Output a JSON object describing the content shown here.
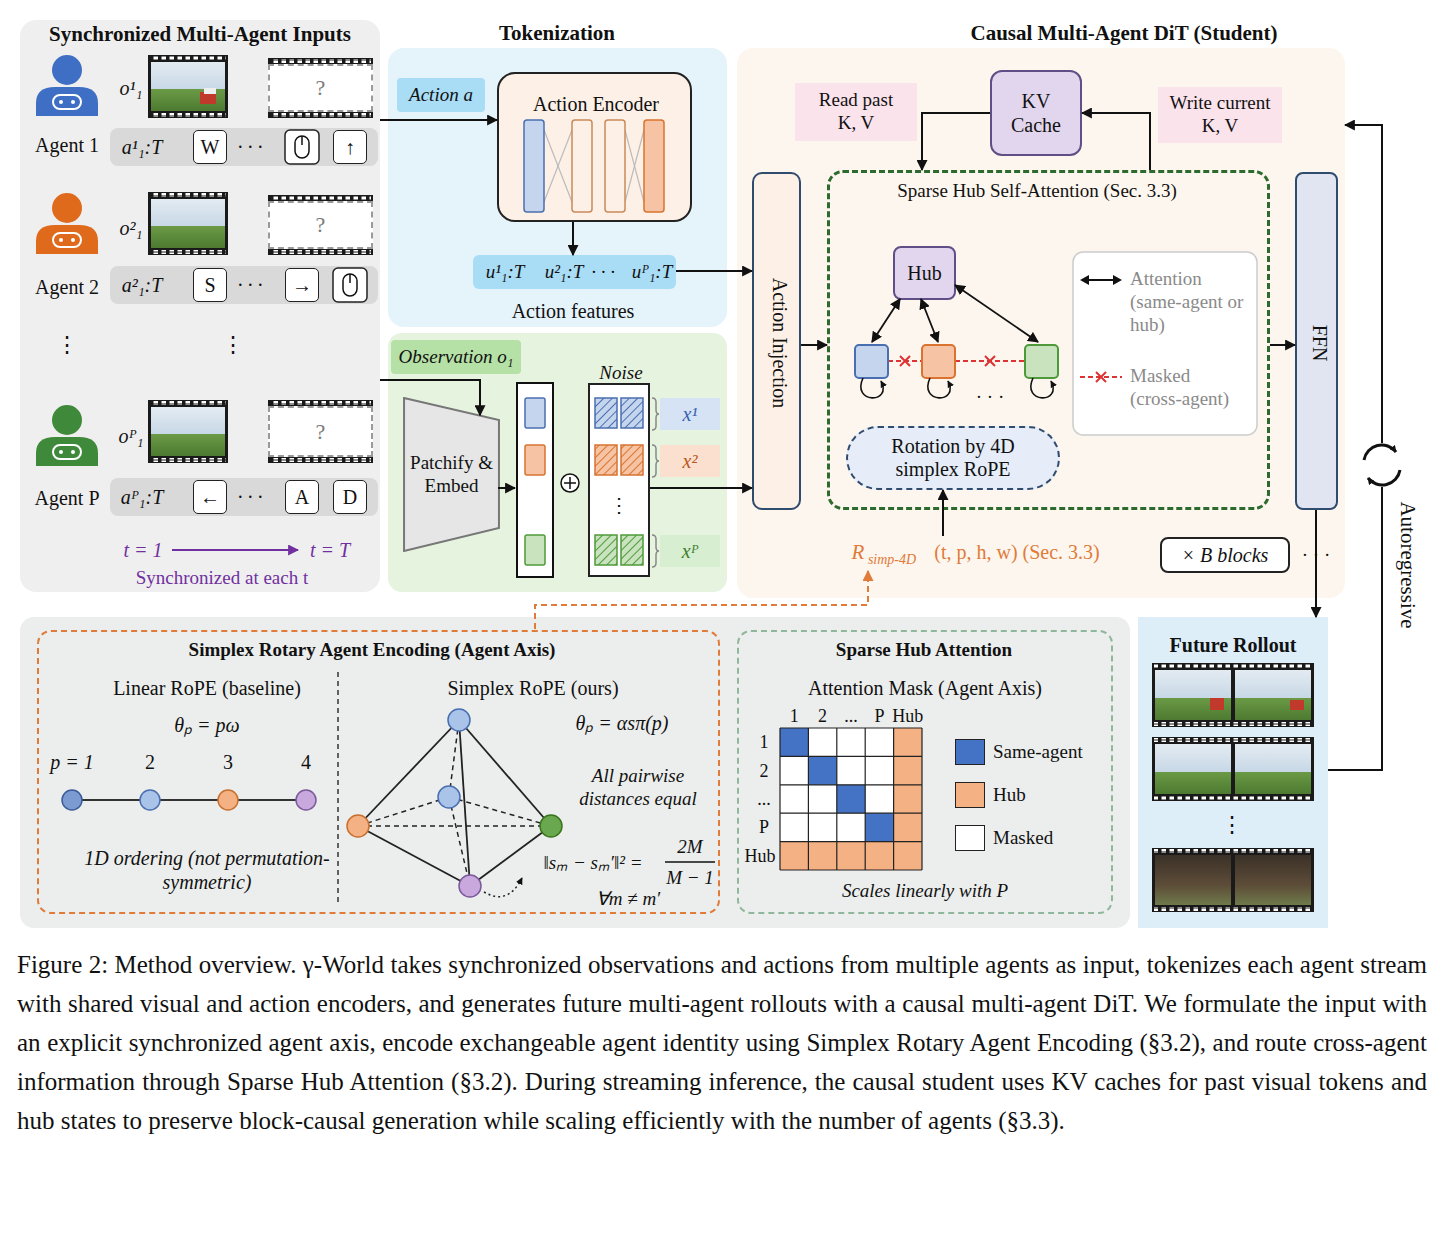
{
  "diagram": {
    "caption": "Figure 2: Method overview. γ-World takes synchronized observations and actions from multiple agents as input, tokenizes each agent stream with shared visual and action encoders, and generates future multi-agent rollouts with a causal multi-agent DiT. We formulate the input with an explicit synchronized agent axis, encode exchangeable agent identity using Simplex Rotary Agent Encoding (§3.2), and route cross-agent information through Sparse Hub Attention (§3.2). During streaming inference, the causal student uses KV caches for past visual tokens and hub states to preserve block-causal generation while scaling efficiently with the number of agents (§3.3).",
    "nodes": [
      {
        "text": [
          "Synchronized Multi-Agent Inputs"
        ]
      },
      {
        "text": [
          "?"
        ],
        "in": 0
      },
      {
        "text": [
          "a¹₁:T",
          "· · ·"
        ],
        "in": 0
      },
      {
        "text": [
          "W"
        ],
        "in": 2
      },
      {
        "text": [
          "↑"
        ],
        "in": 2
      },
      {
        "text": [
          "?"
        ],
        "in": 0
      },
      {
        "text": [
          "a²₁:T",
          "· · ·"
        ],
        "in": 0
      },
      {
        "text": [
          "S"
        ],
        "in": 6
      },
      {
        "text": [
          "→"
        ],
        "in": 6
      },
      {
        "text": [
          "?"
        ],
        "in": 0
      },
      {
        "text": [
          "aᴾ₁:T",
          "· · ·"
        ],
        "in": 0
      },
      {
        "text": [
          "←"
        ],
        "in": 10
      },
      {
        "text": [
          "A"
        ],
        "in": 10
      },
      {
        "text": [
          "D"
        ],
        "in": 10
      },
      {
        "text": [
          "Tokenization"
        ]
      },
      {
        "text": [
          "Action a"
        ],
        "in": 14
      },
      {
        "text": [
          "Action Encoder"
        ],
        "in": 14
      },
      {
        "text": [
          "u¹₁:T",
          "u²₁:T",
          "· · ·",
          "uᴾ₁:T"
        ],
        "in": 14
      },
      {
        "text": [
          "Observation o₁"
        ]
      },
      {
        "text": [
          "Patchify & Embed"
        ]
      },
      {
        "text": [
          "Noise"
        ]
      },
      {
        "text": [
          "x¹"
        ]
      },
      {
        "text": [
          "x²"
        ]
      },
      {
        "text": [
          "xᴾ"
        ]
      },
      {
        "text": [
          "Causal Multi-Agent DiT (Student)"
        ]
      },
      {
        "text": [
          "Read past K, V"
        ],
        "in": 24
      },
      {
        "text": [
          "KV Cache"
        ],
        "in": 24
      },
      {
        "text": [
          "Write current K, V"
        ],
        "in": 24
      },
      {
        "text": [
          "Action Injection"
        ],
        "in": 24
      },
      {
        "text": [
          "Sparse Hub Self-Attention (Sec. 3.3)"
        ],
        "in": 24
      },
      {
        "text": [
          "Hub"
        ],
        "in": 29
      },
      {
        "text": [
          "Rotation by 4D simplex RoPE"
        ],
        "in": 29
      },
      {
        "text": [
          "FFN"
        ],
        "in": 24
      },
      {
        "text": [
          "× B blocks"
        ],
        "in": 24
      },
      {
        "text": [
          "Simplex Rotary Agent Encoding (Agent Axis)"
        ]
      },
      {
        "text": [
          "Sparse Hub Attention"
        ]
      },
      {
        "text": [
          "Future Rollout"
        ]
      }
    ],
    "edges": [
      {
        "from": 0,
        "to": 16,
        "arrow": "to"
      },
      {
        "from": 16,
        "to": 17,
        "arrow": "to"
      },
      {
        "from": 17,
        "to": 28,
        "arrow": "to"
      },
      {
        "from": 0,
        "to": 19,
        "arrow": "to"
      },
      {
        "from": 20,
        "to": 28,
        "arrow": "to"
      },
      {
        "from": 28,
        "to": 29,
        "arrow": "to"
      },
      {
        "from": 29,
        "to": 32,
        "arrow": "to"
      },
      {
        "from": 26,
        "to": 29,
        "arrow": "to"
      },
      {
        "from": 29,
        "to": 26,
        "arrow": "to"
      },
      {
        "from": 32,
        "to": 36,
        "arrow": "to"
      },
      {
        "from": 36,
        "to": 24,
        "arrow": "to"
      }
    ],
    "labels": [
      "Agent 1",
      "o¹₁",
      "Agent 2",
      "o²₁",
      "⋮",
      "⋮",
      "Agent P",
      "oᴾ₁",
      "t = 1",
      "t = T",
      "Synchronized at each t",
      "Action features",
      "⋮",
      "⋮",
      "· · ·",
      "R",
      "simp-4D",
      "(t, p, h, w) (Sec. 3.3)",
      "· · ·",
      "Autoregressive",
      "Linear RoPE (baseline)",
      "θₚ = pω",
      "p = 1",
      "2",
      "3",
      "4",
      "1D ordering (not permutation-symmetric)",
      "Simplex RoPE (ours)",
      "θₚ = αsπ(p)",
      "All pairwise distances equal",
      "‖sₘ − sₘ′‖² =",
      "2M",
      "M − 1",
      "∀m ≠ m′",
      "Attention Mask (Agent Axis)",
      "1",
      "2",
      "...",
      "P",
      "Hub",
      "1",
      "2",
      "...",
      "P",
      "Hub",
      "Scales linearly with P",
      "⋮"
    ],
    "legend": [
      {
        "text": "Attention (same-agent or hub)"
      },
      {
        "text": "Masked (cross-agent)"
      },
      {
        "text": "Same-agent",
        "color": "#4472c4"
      },
      {
        "text": "Hub",
        "color": "#f4b183"
      },
      {
        "text": "Masked",
        "color": "#ffffff"
      }
    ]
  }
}
